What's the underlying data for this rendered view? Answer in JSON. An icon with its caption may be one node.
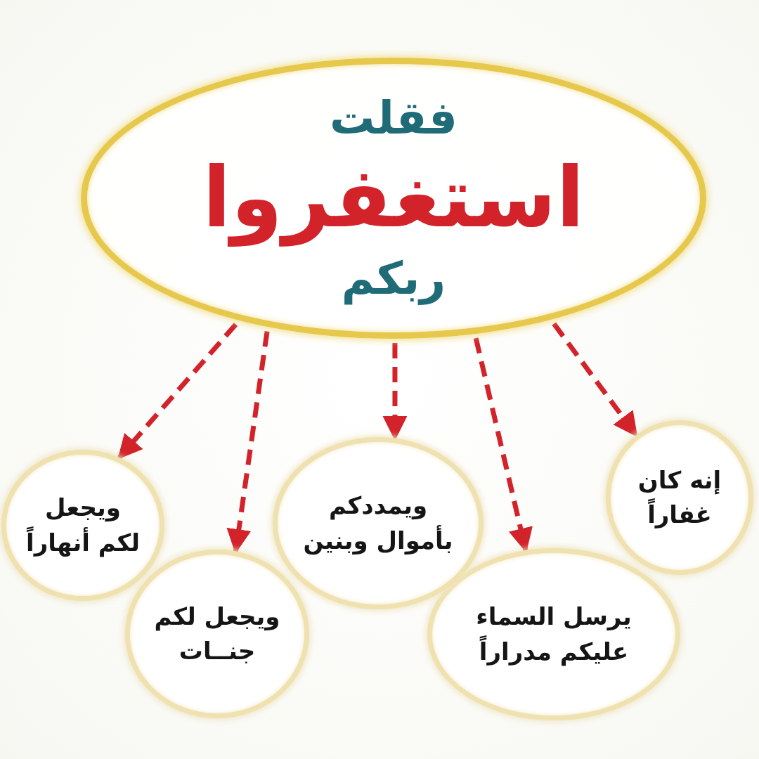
{
  "diagram": {
    "nodes": [
      {
        "text": [
          "فقلت",
          "استغفروا",
          "ربكم"
        ]
      },
      {
        "text": [
          "إنه كان غفاراً"
        ]
      },
      {
        "text": [
          "يرسل السماء عليكم مدراراً"
        ]
      },
      {
        "text": [
          "ويمددكم بأموال وبنين"
        ]
      },
      {
        "text": [
          "ويجعل لكم جنــات"
        ]
      },
      {
        "text": [
          "ويجعل لكم أنهاراً"
        ]
      }
    ],
    "edges": [
      {
        "from": 0,
        "to": 1,
        "arrow": "to",
        "style": "dashed"
      },
      {
        "from": 0,
        "to": 2,
        "arrow": "to",
        "style": "dashed"
      },
      {
        "from": 0,
        "to": 3,
        "arrow": "to",
        "style": "dashed"
      },
      {
        "from": 0,
        "to": 4,
        "arrow": "to",
        "style": "dashed"
      },
      {
        "from": 0,
        "to": 5,
        "arrow": "to",
        "style": "dashed"
      }
    ]
  }
}
